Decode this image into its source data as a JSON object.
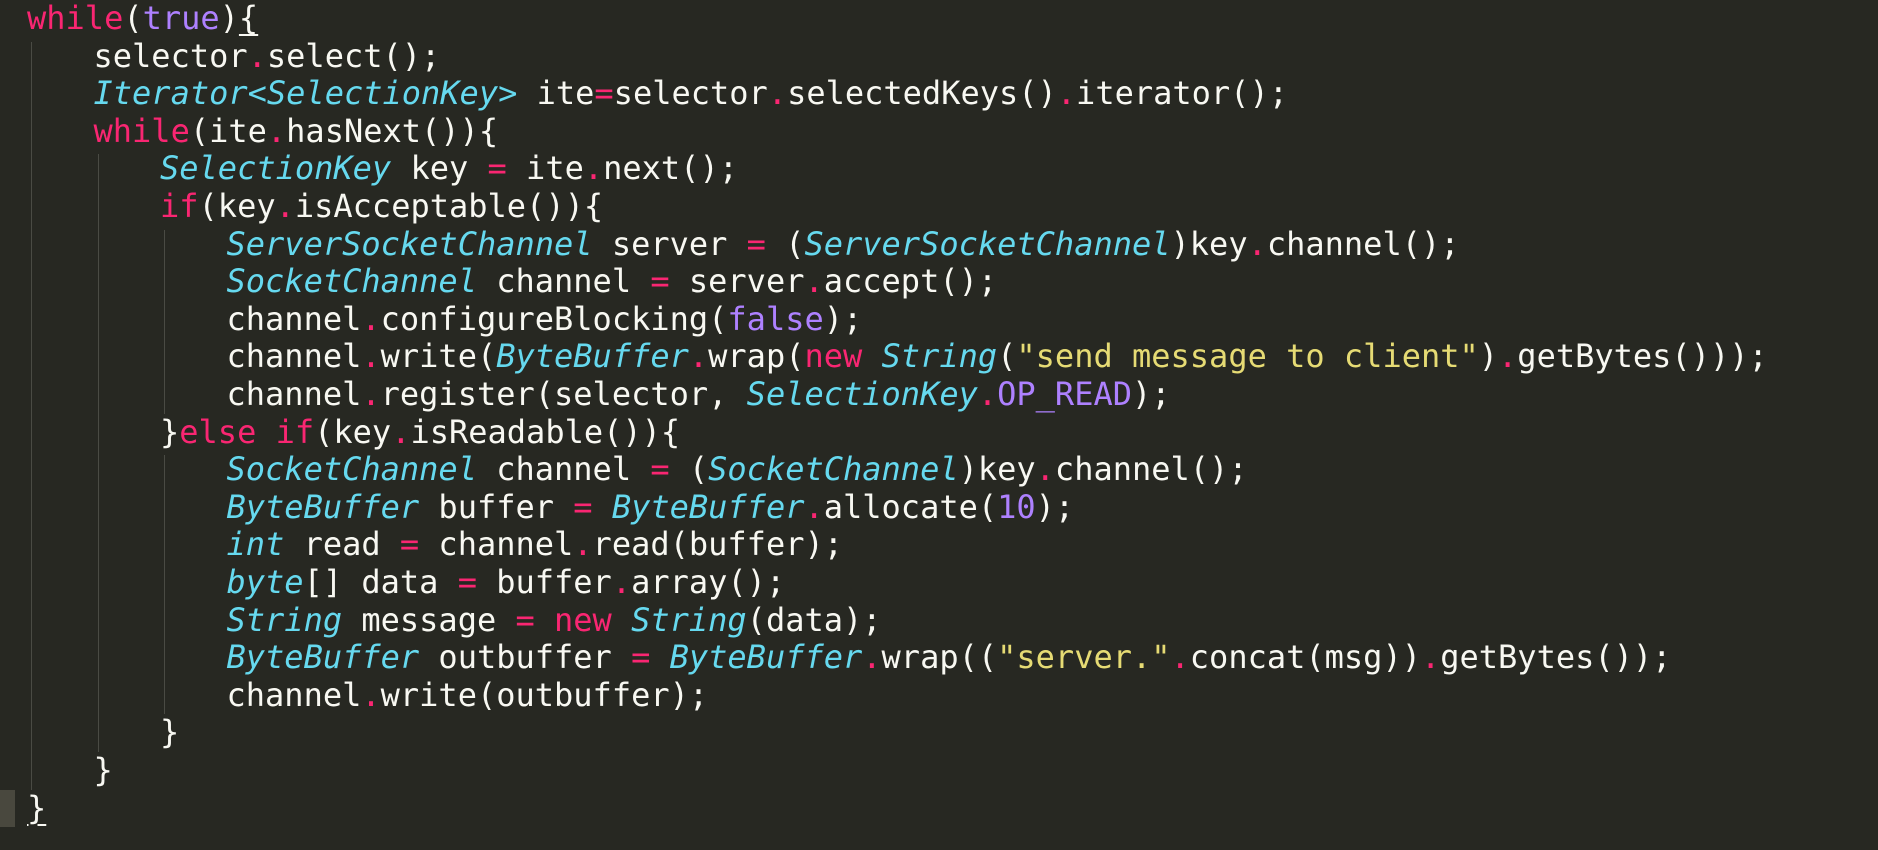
{
  "editor": {
    "language": "java",
    "theme": "monokai",
    "colors": {
      "background": "#272822",
      "foreground": "#f8f8f2",
      "keyword": "#f92672",
      "type": "#66d9ef",
      "constant": "#ae81ff",
      "string": "#e6db74",
      "indent_guide": "#4a4b44",
      "current_line_marker": "#49483e"
    },
    "lines": [
      {
        "indent": 0,
        "tokens": [
          {
            "t": "while",
            "k": "kw"
          },
          {
            "t": "(",
            "k": "plain"
          },
          {
            "t": "true",
            "k": "const"
          },
          {
            "t": ")",
            "k": "plain"
          },
          {
            "t": "{",
            "k": "bracket"
          }
        ]
      },
      {
        "indent": 1,
        "tokens": [
          {
            "t": "selector",
            "k": "plain"
          },
          {
            "t": ".",
            "k": "op"
          },
          {
            "t": "select();",
            "k": "plain"
          }
        ]
      },
      {
        "indent": 1,
        "tokens": [
          {
            "t": "Iterator<SelectionKey>",
            "k": "type"
          },
          {
            "t": " ite",
            "k": "plain"
          },
          {
            "t": "=",
            "k": "op"
          },
          {
            "t": "selector",
            "k": "plain"
          },
          {
            "t": ".",
            "k": "op"
          },
          {
            "t": "selectedKeys()",
            "k": "plain"
          },
          {
            "t": ".",
            "k": "op"
          },
          {
            "t": "iterator();",
            "k": "plain"
          }
        ]
      },
      {
        "indent": 1,
        "tokens": [
          {
            "t": "while",
            "k": "kw"
          },
          {
            "t": "(ite",
            "k": "plain"
          },
          {
            "t": ".",
            "k": "op"
          },
          {
            "t": "hasNext()){",
            "k": "plain"
          }
        ]
      },
      {
        "indent": 2,
        "tokens": [
          {
            "t": "SelectionKey",
            "k": "type"
          },
          {
            "t": " key ",
            "k": "plain"
          },
          {
            "t": "=",
            "k": "op"
          },
          {
            "t": " ite",
            "k": "plain"
          },
          {
            "t": ".",
            "k": "op"
          },
          {
            "t": "next();",
            "k": "plain"
          }
        ]
      },
      {
        "indent": 2,
        "tokens": [
          {
            "t": "if",
            "k": "kw"
          },
          {
            "t": "(key",
            "k": "plain"
          },
          {
            "t": ".",
            "k": "op"
          },
          {
            "t": "isAcceptable()){",
            "k": "plain"
          }
        ]
      },
      {
        "indent": 3,
        "tokens": [
          {
            "t": "ServerSocketChannel",
            "k": "type"
          },
          {
            "t": " server ",
            "k": "plain"
          },
          {
            "t": "=",
            "k": "op"
          },
          {
            "t": " (",
            "k": "plain"
          },
          {
            "t": "ServerSocketChannel",
            "k": "type"
          },
          {
            "t": ")key",
            "k": "plain"
          },
          {
            "t": ".",
            "k": "op"
          },
          {
            "t": "channel();",
            "k": "plain"
          }
        ]
      },
      {
        "indent": 3,
        "tokens": [
          {
            "t": "SocketChannel",
            "k": "type"
          },
          {
            "t": " channel ",
            "k": "plain"
          },
          {
            "t": "=",
            "k": "op"
          },
          {
            "t": " server",
            "k": "plain"
          },
          {
            "t": ".",
            "k": "op"
          },
          {
            "t": "accept();",
            "k": "plain"
          }
        ]
      },
      {
        "indent": 3,
        "tokens": [
          {
            "t": "channel",
            "k": "plain"
          },
          {
            "t": ".",
            "k": "op"
          },
          {
            "t": "configureBlocking(",
            "k": "plain"
          },
          {
            "t": "false",
            "k": "const"
          },
          {
            "t": ");",
            "k": "plain"
          }
        ]
      },
      {
        "indent": 3,
        "tokens": [
          {
            "t": "channel",
            "k": "plain"
          },
          {
            "t": ".",
            "k": "op"
          },
          {
            "t": "write(",
            "k": "plain"
          },
          {
            "t": "ByteBuffer",
            "k": "type"
          },
          {
            "t": ".",
            "k": "op"
          },
          {
            "t": "wrap(",
            "k": "plain"
          },
          {
            "t": "new",
            "k": "kw"
          },
          {
            "t": " ",
            "k": "plain"
          },
          {
            "t": "String",
            "k": "type"
          },
          {
            "t": "(",
            "k": "plain"
          },
          {
            "t": "\"send message to client\"",
            "k": "str"
          },
          {
            "t": ")",
            "k": "plain"
          },
          {
            "t": ".",
            "k": "op"
          },
          {
            "t": "getBytes()));",
            "k": "plain"
          }
        ]
      },
      {
        "indent": 3,
        "tokens": [
          {
            "t": "channel",
            "k": "plain"
          },
          {
            "t": ".",
            "k": "op"
          },
          {
            "t": "register(selector, ",
            "k": "plain"
          },
          {
            "t": "SelectionKey",
            "k": "type"
          },
          {
            "t": ".",
            "k": "op"
          },
          {
            "t": "OP_READ",
            "k": "const"
          },
          {
            "t": ");",
            "k": "plain"
          }
        ]
      },
      {
        "indent": 2,
        "tokens": [
          {
            "t": "}",
            "k": "plain"
          },
          {
            "t": "else",
            "k": "kw"
          },
          {
            "t": " ",
            "k": "plain"
          },
          {
            "t": "if",
            "k": "kw"
          },
          {
            "t": "(key",
            "k": "plain"
          },
          {
            "t": ".",
            "k": "op"
          },
          {
            "t": "isReadable()){",
            "k": "plain"
          }
        ]
      },
      {
        "indent": 3,
        "tokens": [
          {
            "t": "SocketChannel",
            "k": "type"
          },
          {
            "t": " channel ",
            "k": "plain"
          },
          {
            "t": "=",
            "k": "op"
          },
          {
            "t": " (",
            "k": "plain"
          },
          {
            "t": "SocketChannel",
            "k": "type"
          },
          {
            "t": ")key",
            "k": "plain"
          },
          {
            "t": ".",
            "k": "op"
          },
          {
            "t": "channel();",
            "k": "plain"
          }
        ]
      },
      {
        "indent": 3,
        "tokens": [
          {
            "t": "ByteBuffer",
            "k": "type"
          },
          {
            "t": " buffer ",
            "k": "plain"
          },
          {
            "t": "=",
            "k": "op"
          },
          {
            "t": " ",
            "k": "plain"
          },
          {
            "t": "ByteBuffer",
            "k": "type"
          },
          {
            "t": ".",
            "k": "op"
          },
          {
            "t": "allocate(",
            "k": "plain"
          },
          {
            "t": "10",
            "k": "num"
          },
          {
            "t": ");",
            "k": "plain"
          }
        ]
      },
      {
        "indent": 3,
        "tokens": [
          {
            "t": "int",
            "k": "type"
          },
          {
            "t": " read ",
            "k": "plain"
          },
          {
            "t": "=",
            "k": "op"
          },
          {
            "t": " channel",
            "k": "plain"
          },
          {
            "t": ".",
            "k": "op"
          },
          {
            "t": "read(buffer);",
            "k": "plain"
          }
        ]
      },
      {
        "indent": 3,
        "tokens": [
          {
            "t": "byte",
            "k": "type"
          },
          {
            "t": "[] data ",
            "k": "plain"
          },
          {
            "t": "=",
            "k": "op"
          },
          {
            "t": " buffer",
            "k": "plain"
          },
          {
            "t": ".",
            "k": "op"
          },
          {
            "t": "array();",
            "k": "plain"
          }
        ]
      },
      {
        "indent": 3,
        "tokens": [
          {
            "t": "String",
            "k": "type"
          },
          {
            "t": " message ",
            "k": "plain"
          },
          {
            "t": "=",
            "k": "op"
          },
          {
            "t": " ",
            "k": "plain"
          },
          {
            "t": "new",
            "k": "kw"
          },
          {
            "t": " ",
            "k": "plain"
          },
          {
            "t": "String",
            "k": "type"
          },
          {
            "t": "(data);",
            "k": "plain"
          }
        ]
      },
      {
        "indent": 3,
        "tokens": [
          {
            "t": "ByteBuffer",
            "k": "type"
          },
          {
            "t": " outbuffer ",
            "k": "plain"
          },
          {
            "t": "=",
            "k": "op"
          },
          {
            "t": " ",
            "k": "plain"
          },
          {
            "t": "ByteBuffer",
            "k": "type"
          },
          {
            "t": ".",
            "k": "op"
          },
          {
            "t": "wrap((",
            "k": "plain"
          },
          {
            "t": "\"server.\"",
            "k": "str"
          },
          {
            "t": ".",
            "k": "op"
          },
          {
            "t": "concat(msg))",
            "k": "plain"
          },
          {
            "t": ".",
            "k": "op"
          },
          {
            "t": "getBytes());",
            "k": "plain"
          }
        ]
      },
      {
        "indent": 3,
        "tokens": [
          {
            "t": "channel",
            "k": "plain"
          },
          {
            "t": ".",
            "k": "op"
          },
          {
            "t": "write(outbuffer);",
            "k": "plain"
          }
        ]
      },
      {
        "indent": 2,
        "tokens": [
          {
            "t": "}",
            "k": "plain"
          }
        ]
      },
      {
        "indent": 1,
        "tokens": [
          {
            "t": "}",
            "k": "plain"
          }
        ]
      },
      {
        "indent": 0,
        "current": true,
        "tokens": [
          {
            "t": "}",
            "k": "bracket"
          }
        ]
      }
    ]
  }
}
